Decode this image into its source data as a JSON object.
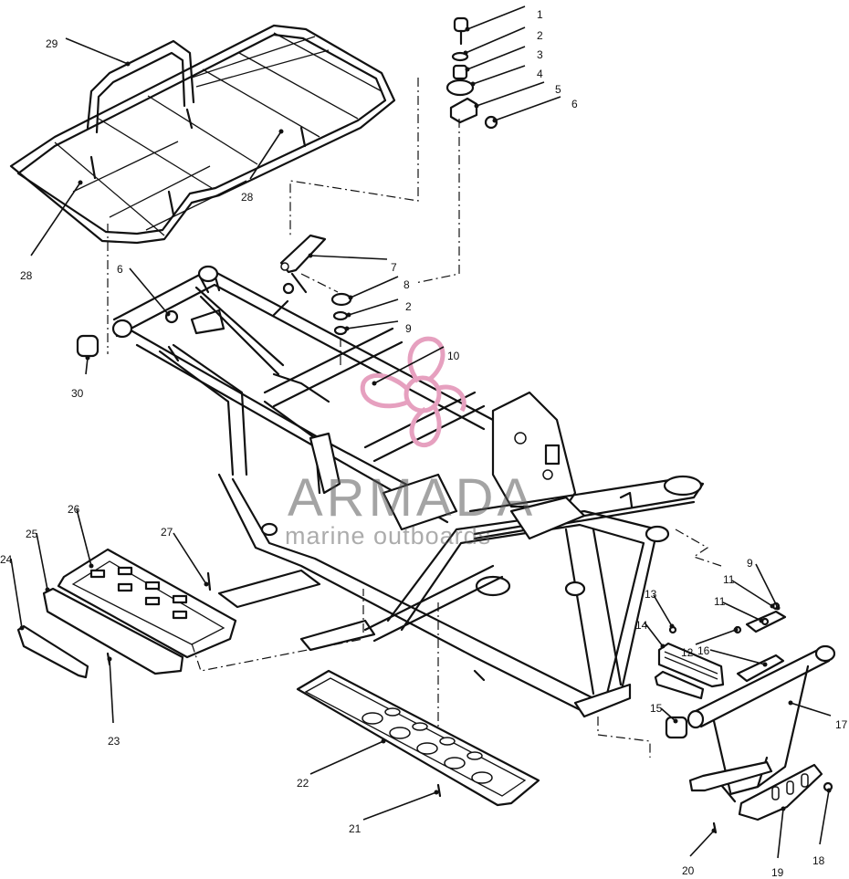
{
  "callouts": [
    {
      "id": "c1",
      "label": "1"
    },
    {
      "id": "c2a",
      "label": "2"
    },
    {
      "id": "c3",
      "label": "3"
    },
    {
      "id": "c4",
      "label": "4"
    },
    {
      "id": "c5",
      "label": "5"
    },
    {
      "id": "c6a",
      "label": "6"
    },
    {
      "id": "c29",
      "label": "29"
    },
    {
      "id": "c28a",
      "label": "28"
    },
    {
      "id": "c28b",
      "label": "28"
    },
    {
      "id": "c7",
      "label": "7"
    },
    {
      "id": "c6b",
      "label": "6"
    },
    {
      "id": "c8",
      "label": "8"
    },
    {
      "id": "c2b",
      "label": "2"
    },
    {
      "id": "c9a",
      "label": "9"
    },
    {
      "id": "c10",
      "label": "10"
    },
    {
      "id": "c30",
      "label": "30"
    },
    {
      "id": "c26",
      "label": "26"
    },
    {
      "id": "c27",
      "label": "27"
    },
    {
      "id": "c25",
      "label": "25"
    },
    {
      "id": "c24",
      "label": "24"
    },
    {
      "id": "c23",
      "label": "23"
    },
    {
      "id": "c9b",
      "label": "9"
    },
    {
      "id": "c11a",
      "label": "11"
    },
    {
      "id": "c11b",
      "label": "11"
    },
    {
      "id": "c13",
      "label": "13"
    },
    {
      "id": "c12",
      "label": "12"
    },
    {
      "id": "c14",
      "label": "14"
    },
    {
      "id": "c16",
      "label": "16"
    },
    {
      "id": "c15",
      "label": "15"
    },
    {
      "id": "c17",
      "label": "17"
    },
    {
      "id": "c22",
      "label": "22"
    },
    {
      "id": "c21",
      "label": "21"
    },
    {
      "id": "c20",
      "label": "20"
    },
    {
      "id": "c19",
      "label": "19"
    },
    {
      "id": "c18",
      "label": "18"
    }
  ],
  "watermark": {
    "brand": "ARMADA",
    "tagline": "marine outboards",
    "logo_color": "#e6a0bf"
  }
}
